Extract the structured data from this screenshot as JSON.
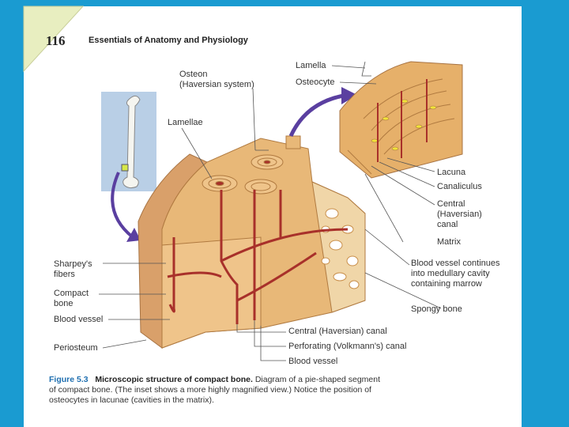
{
  "header": {
    "page_number": "116",
    "running_head": "Essentials of Anatomy and Physiology"
  },
  "labels": {
    "lamella": "Lamella",
    "osteocyte": "Osteocyte",
    "osteon": "Osteon\n(Haversian system)",
    "lamellae": "Lamellae",
    "lacuna": "Lacuna",
    "canaliculus": "Canaliculus",
    "central_canal_right": "Central\n(Haversian)\ncanal",
    "matrix": "Matrix",
    "blood_vessel_continues": "Blood vessel continues\ninto medullary cavity\ncontaining marrow",
    "spongy_bone": "Spongy bone",
    "sharpeys_fibers": "Sharpey's\nfibers",
    "compact_bone": "Compact\nbone",
    "blood_vessel_left": "Blood vessel",
    "periosteum": "Periosteum",
    "central_canal_bottom": "Central (Haversian) canal",
    "perforating_canal": "Perforating (Volkmann's) canal",
    "blood_vessel_bottom": "Blood vessel"
  },
  "caption": {
    "figure_number": "Figure 5.3",
    "title": "Microscopic structure of compact bone.",
    "text": " Diagram of a pie-shaped segment of compact bone. (The inset shows a more highly magnified view.) Notice the position of osteocytes in lacunae (cavities in the matrix)."
  },
  "colors": {
    "background": "#1a9bd1",
    "bone": "#e8b878",
    "bone_dark": "#c98f4a",
    "vessel": "#a8302a",
    "arrow": "#5a3fa0",
    "page_corner": "#e8eec0"
  }
}
